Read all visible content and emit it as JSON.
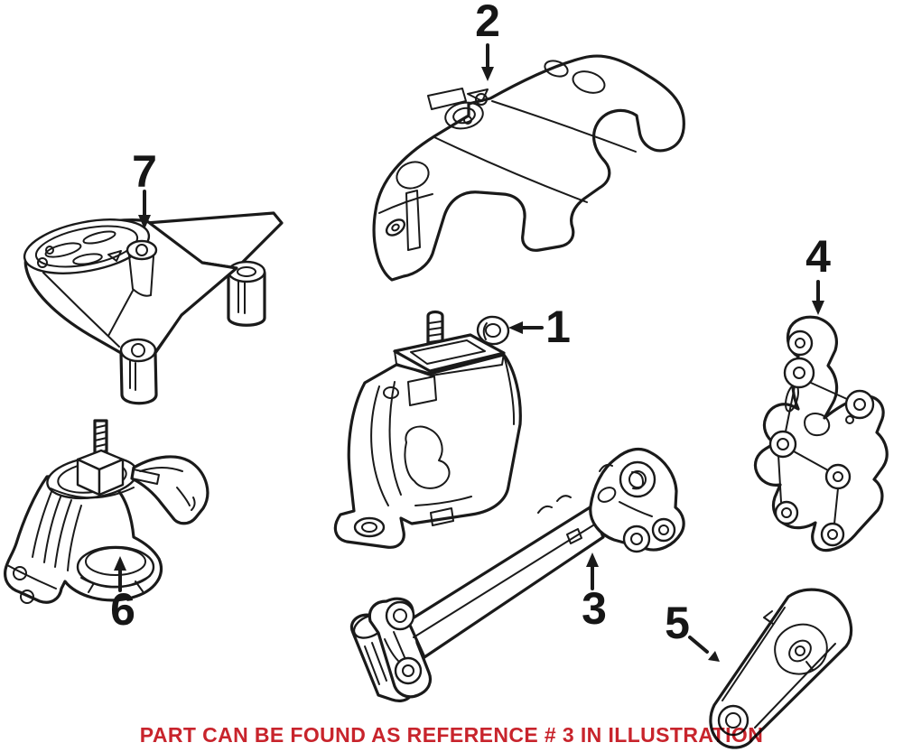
{
  "callouts": [
    {
      "num": "1"
    },
    {
      "num": "2"
    },
    {
      "num": "3"
    },
    {
      "num": "4"
    },
    {
      "num": "5"
    },
    {
      "num": "6"
    },
    {
      "num": "7"
    }
  ],
  "caption": {
    "text": "PART CAN BE FOUND AS REFERENCE # 3 IN ILLUSTRATION"
  },
  "colors": {
    "background": "#ffffff",
    "line_art": "#1a1a1a",
    "caption_red": "#c8242c"
  }
}
